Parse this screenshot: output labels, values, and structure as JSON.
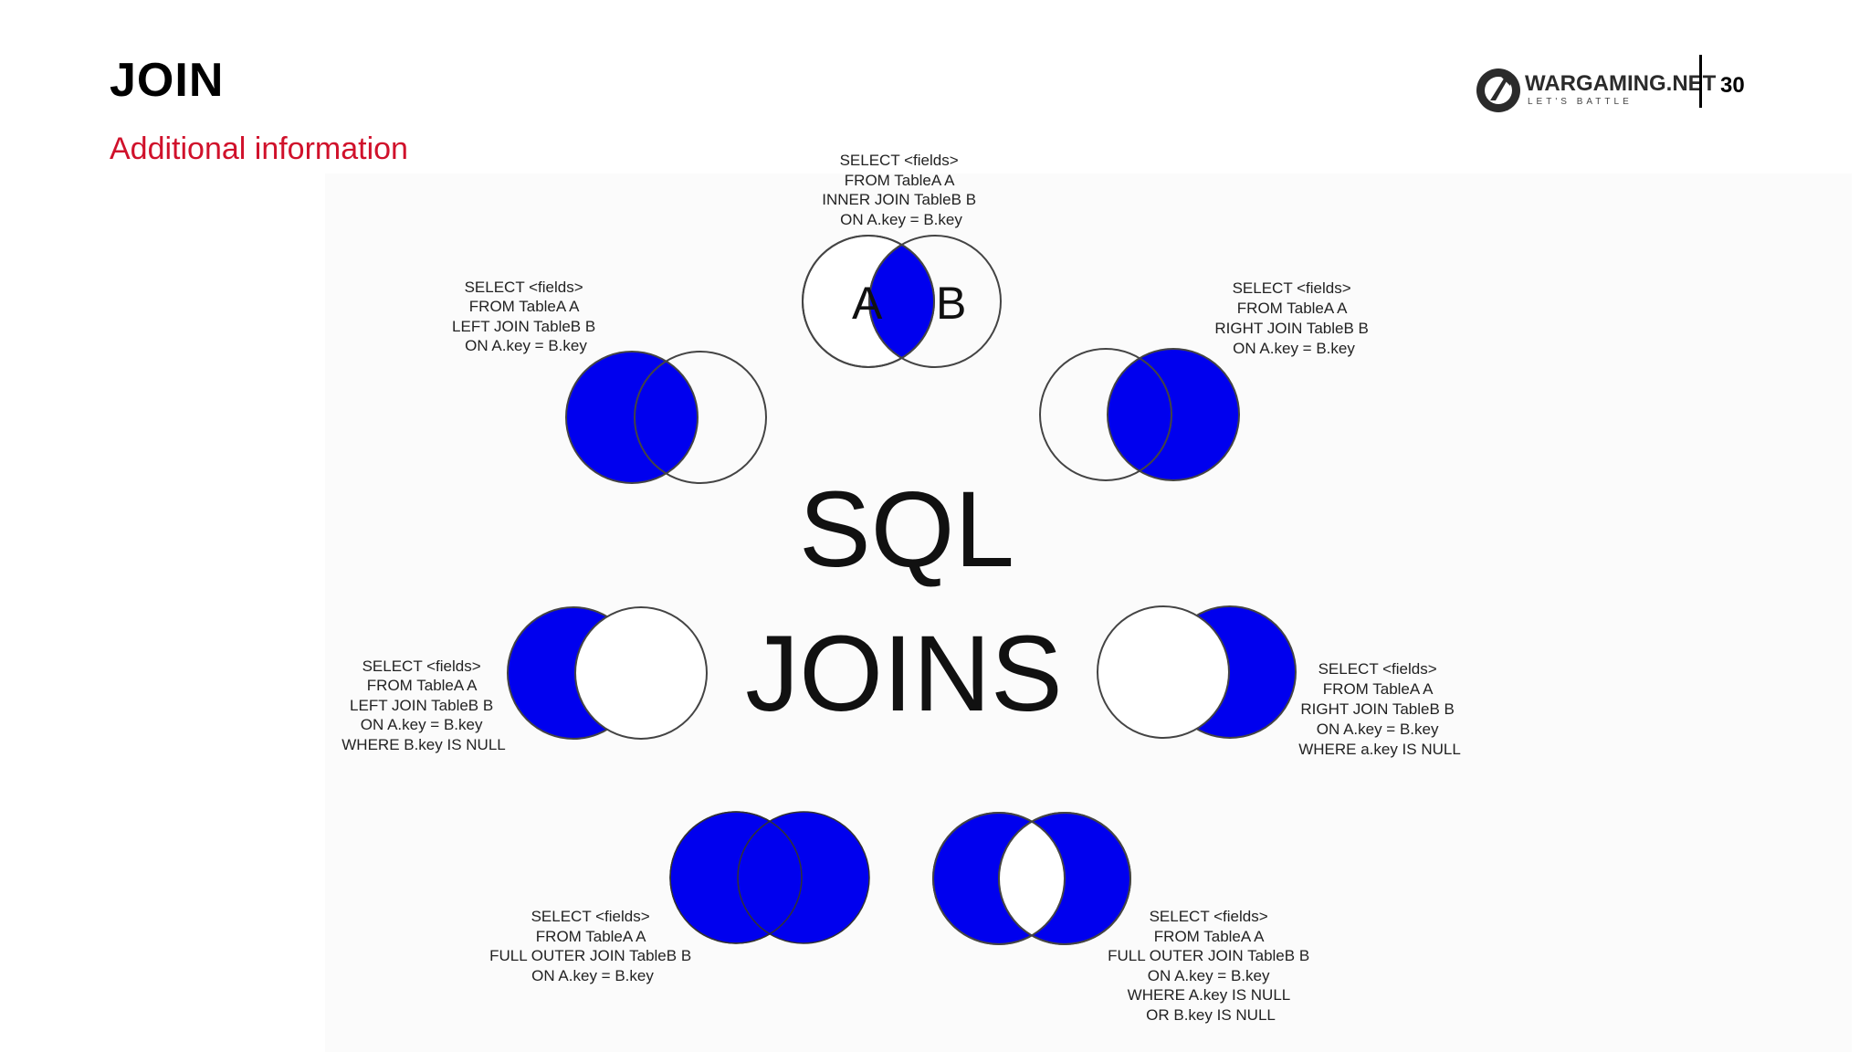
{
  "slide": {
    "title": "JOIN",
    "subtitle": "Additional information",
    "page_number": "30",
    "logo": {
      "name": "WARGAMING.NET",
      "tagline": "LET'S BATTLE"
    }
  },
  "colors": {
    "fill": "#0000ee",
    "accent": "#d0112b"
  },
  "diagram": {
    "center_title_1": "SQL",
    "center_title_2": "JOINS",
    "venn_label_a": "A",
    "venn_label_b": "B",
    "joins": {
      "inner": [
        "SELECT <fields>",
        "FROM TableA A",
        "INNER JOIN TableB B",
        "ON A.key = B.key"
      ],
      "left": [
        "SELECT <fields>",
        "FROM TableA A",
        "LEFT JOIN TableB B",
        "ON A.key = B.key"
      ],
      "right": [
        "SELECT <fields>",
        "FROM TableA A",
        "RIGHT JOIN TableB B",
        "ON A.key = B.key"
      ],
      "left_excl": [
        "SELECT <fields>",
        "FROM TableA A",
        "LEFT JOIN TableB B",
        "ON A.key = B.key",
        "WHERE B.key IS NULL"
      ],
      "right_excl": [
        "SELECT <fields>",
        "FROM TableA A",
        "RIGHT JOIN TableB B",
        "ON A.key = B.key",
        "WHERE a.key IS NULL"
      ],
      "full": [
        "SELECT <fields>",
        "FROM TableA A",
        "FULL OUTER JOIN TableB B",
        "ON A.key = B.key"
      ],
      "full_excl": [
        "SELECT <fields>",
        "FROM TableA A",
        "FULL OUTER JOIN TableB B",
        "ON A.key = B.key",
        "WHERE A.key IS NULL",
        "OR B.key IS NULL"
      ]
    }
  }
}
